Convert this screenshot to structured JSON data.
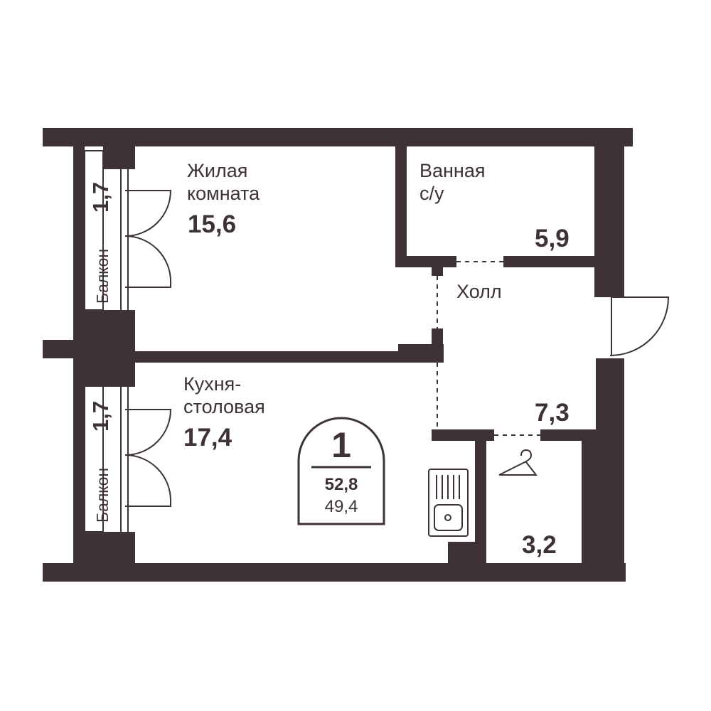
{
  "rooms": {
    "living": {
      "label_line1": "Жилая",
      "label_line2": "комната",
      "area": "15,6"
    },
    "bath": {
      "label_line1": "Ванная",
      "label_line2": "с/у",
      "area": "5,9"
    },
    "hall": {
      "label": "Холл",
      "area": "7,3"
    },
    "kitchen": {
      "label_line1": "Кухня-",
      "label_line2": "столовая",
      "area": "17,4"
    },
    "wardrobe": {
      "area": "3,2",
      "icon": "hanger-icon"
    }
  },
  "balconies": [
    {
      "name": "Балкон",
      "area": "1,7"
    },
    {
      "name": "Балкон",
      "area": "1,7"
    }
  ],
  "badge": {
    "rooms": "1",
    "total_area": "52,8",
    "living_area": "49,4"
  },
  "colors": {
    "wall": "#3d3237",
    "background": "#ffffff"
  },
  "icons": [
    "sink-icon",
    "stove-icon",
    "door-swing-icon",
    "hanger-icon"
  ]
}
